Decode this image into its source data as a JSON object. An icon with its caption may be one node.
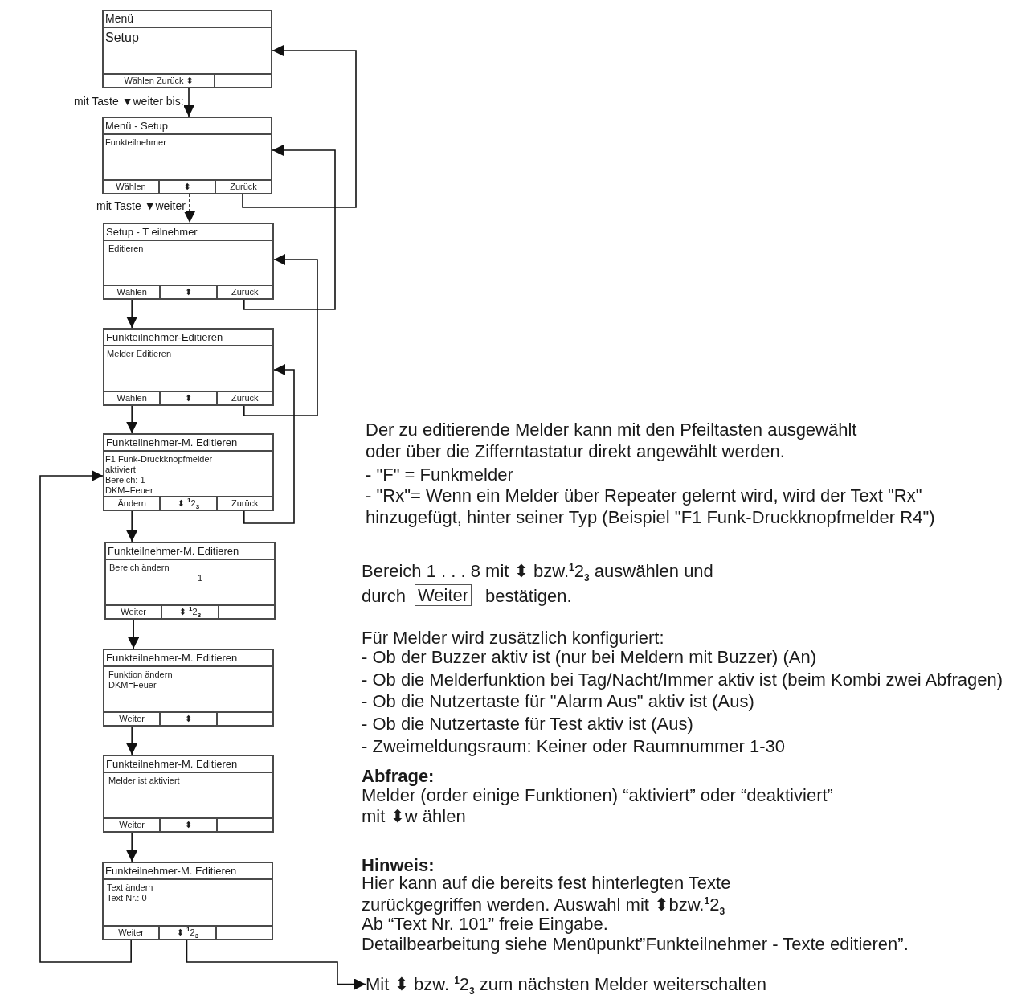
{
  "diagram": {
    "nodes": [
      {
        "text": [
          "Menü",
          "Setup"
        ]
      },
      {
        "text": [
          "Wählen Zurück ⬍"
        ],
        "in": 0
      },
      {
        "text": [],
        "shape": "box",
        "in": 0
      },
      {
        "text": [
          "Menü - Setup",
          "Funkteilnehmer"
        ]
      },
      {
        "text": [
          "Wählen"
        ],
        "in": 3
      },
      {
        "text": [
          "⬍"
        ],
        "in": 3
      },
      {
        "text": [
          "Zurück"
        ],
        "in": 3
      },
      {
        "text": [
          "Setup - T eilnehmer",
          "Editieren"
        ]
      },
      {
        "text": [
          "Wählen"
        ],
        "in": 7
      },
      {
        "text": [
          "⬍"
        ],
        "in": 7
      },
      {
        "text": [
          "Zurück"
        ],
        "in": 7
      },
      {
        "text": [
          "Funkteilnehmer-Editieren",
          "Melder Editieren"
        ]
      },
      {
        "text": [
          "Wählen"
        ],
        "in": 11
      },
      {
        "text": [
          "⬍"
        ],
        "in": 11
      },
      {
        "text": [
          "Zurück"
        ],
        "in": 11
      },
      {
        "text": [
          "Funkteilnehmer-M. Editieren",
          "F1 Funk-Druckknopfmelder",
          "aktiviert",
          "Bereich: 1",
          "DKM=Feuer"
        ]
      },
      {
        "text": [
          "Ändern"
        ],
        "in": 15
      },
      {
        "text": [
          "⬍ $^{1}$2$_{3}$"
        ],
        "in": 15
      },
      {
        "text": [
          "Zurück"
        ],
        "in": 15
      },
      {
        "text": [
          "Funkteilnehmer-M. Editieren",
          "Bereich ändern",
          "1"
        ]
      },
      {
        "text": [
          "Weiter"
        ],
        "in": 19
      },
      {
        "text": [
          "⬍ $^{1}$2$_{3}$"
        ],
        "in": 19
      },
      {
        "text": [],
        "shape": "box",
        "in": 19
      },
      {
        "text": [
          "Funkteilnehmer-M. Editieren",
          "Funktion ändern",
          "DKM=Feuer"
        ]
      },
      {
        "text": [
          "Weiter"
        ],
        "in": 23
      },
      {
        "text": [
          "⬍"
        ],
        "in": 23
      },
      {
        "text": [],
        "shape": "box",
        "in": 23
      },
      {
        "text": [
          "Funkteilnehmer-M. Editieren",
          "Melder ist aktiviert"
        ]
      },
      {
        "text": [
          "Weiter"
        ],
        "in": 27
      },
      {
        "text": [
          "⬍"
        ],
        "in": 27
      },
      {
        "text": [],
        "shape": "box",
        "in": 27
      },
      {
        "text": [
          "Funkteilnehmer-M. Editieren",
          "Text ändern",
          "Text Nr.: 0"
        ]
      },
      {
        "text": [
          "Weiter"
        ],
        "in": 31
      },
      {
        "text": [
          "⬍ $^{1}$2$_{3}$"
        ],
        "in": 31
      },
      {
        "text": [],
        "shape": "box",
        "in": 31
      },
      {
        "text": [
          "Mit ⬍ bzw. $^{1}$2$_{3}$ zum nächsten Melder weiterschalten"
        ]
      }
    ],
    "edges": [
      {
        "from": 0,
        "to": 3,
        "arrow": "to",
        "label": "mit Taste ▼weiter bis:"
      },
      {
        "from": 3,
        "to": 7,
        "arrow": "to",
        "style": "dashed",
        "label": "mit Taste ▼weiter"
      },
      {
        "from": 8,
        "to": 11,
        "arrow": "to"
      },
      {
        "from": 12,
        "to": 15,
        "arrow": "to"
      },
      {
        "from": 16,
        "to": 19,
        "arrow": "to"
      },
      {
        "from": 20,
        "to": 23,
        "arrow": "to"
      },
      {
        "from": 24,
        "to": 27,
        "arrow": "to"
      },
      {
        "from": 28,
        "to": 31,
        "arrow": "to"
      },
      {
        "from": 6,
        "to": 0,
        "arrow": "to"
      },
      {
        "from": 10,
        "to": 3,
        "arrow": "to"
      },
      {
        "from": 14,
        "to": 7,
        "arrow": "to"
      },
      {
        "from": 18,
        "to": 11,
        "arrow": "to"
      },
      {
        "from": 32,
        "to": 15,
        "arrow": "to"
      },
      {
        "from": 33,
        "to": 35,
        "arrow": "to"
      }
    ],
    "labels": [
      "Der zu editierende Melder kann mit den Pfeiltasten ausgewählt oder über die Zifferntastatur direkt angewählt werden.",
      "- \"F\" = Funkmelder",
      "- \"Rx\"= Wenn ein Melder über Repeater gelernt wird, wird der Text \"Rx\" hinzugefügt, hinter seiner Typ (Beispiel \"F1 Funk-Druckknopfmelder R4\")",
      "Bereich 1 . . . 8 mit ⬍ bzw.$^{1}$2$_{3}$ auswählen und",
      "durch",
      "Weiter",
      "bestätigen.",
      "Für Melder wird zusätzlich konfiguriert:",
      "- Ob der Buzzer aktiv ist (nur bei Meldern mit Buzzer) (An)",
      "- Ob die Melderfunktion bei Tag/Nacht/Immer aktiv ist (beim Kombi zwei Abfragen)",
      "- Ob die Nutzertaste für \"Alarm Aus\" aktiv ist (Aus)",
      "- Ob die Nutzertaste für Test aktiv ist (Aus)",
      "- Zweimeldungsraum: Keiner oder Raumnummer 1-30",
      "Abfrage:",
      "Melder (order einige Funktionen) “aktiviert” oder “deaktiviert”",
      "mit ⬍w ählen",
      "Hinweis:",
      "Hier kann auf die bereits fest hinterlegten Texte zurückgegriffen werden. Auswahl mit ⬍bzw.$^{1}$2$_{3}$",
      "Ab “Text Nr. 101” freie Eingabe.",
      "Detailbearbeitung siehe Menüpunkt”Funkteilnehmer - Texte editieren”."
    ]
  }
}
